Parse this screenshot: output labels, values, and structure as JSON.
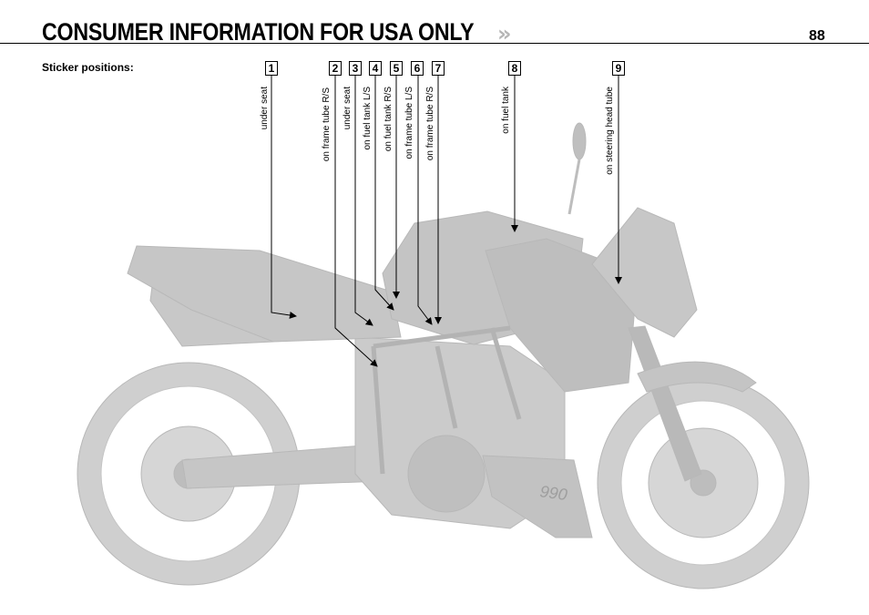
{
  "header": {
    "title": "CONSUMER INFORMATION FOR USA ONLY",
    "chevron": "»",
    "page_number": "88"
  },
  "section": {
    "subtitle": "Sticker positions:"
  },
  "stickers": [
    {
      "number": "1",
      "label": "under seat"
    },
    {
      "number": "2",
      "label": "on frame tube R/S"
    },
    {
      "number": "3",
      "label": "under seat"
    },
    {
      "number": "4",
      "label": "on fuel tank L/S"
    },
    {
      "number": "5",
      "label": "on fuel tank R/S"
    },
    {
      "number": "6",
      "label": "on frame tube L/S"
    },
    {
      "number": "7",
      "label": "on frame tube R/S"
    },
    {
      "number": "8",
      "label": "on fuel tank"
    },
    {
      "number": "9",
      "label": "on steering head tube"
    }
  ],
  "illustration": {
    "decal_text": "990",
    "colors": {
      "bike_gray": "#c9c9c9",
      "bike_dark": "#a8a8a8",
      "chevron": "#b5b5b5"
    }
  }
}
